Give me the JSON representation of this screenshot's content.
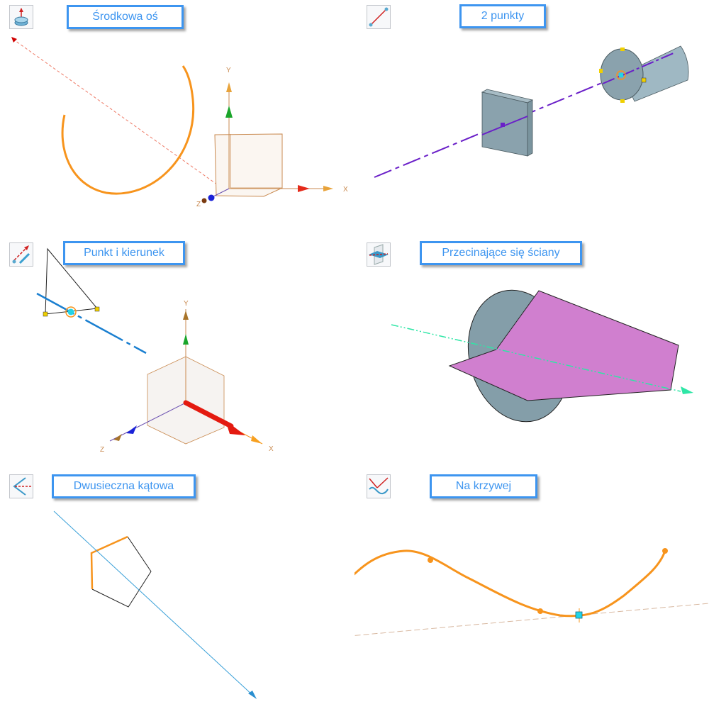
{
  "panels": [
    {
      "id": "srodkowa-os",
      "title": "Środkowa oś",
      "icon": "center-axis-icon"
    },
    {
      "id": "2-punkty",
      "title": "2 punkty",
      "icon": "two-points-icon"
    },
    {
      "id": "punkt-i-kierunek",
      "title": "Punkt i kierunek",
      "icon": "point-direction-icon"
    },
    {
      "id": "przecinajace-sie-sciany",
      "title": "Przecinające się ściany",
      "icon": "intersecting-faces-icon"
    },
    {
      "id": "dwusieczna-katowa",
      "title": "Dwusieczna kątowa",
      "icon": "angle-bisector-icon"
    },
    {
      "id": "na-krzywej",
      "title": "Na krzywej",
      "icon": "on-curve-icon"
    }
  ],
  "axes": {
    "x": "X",
    "y": "Y",
    "z": "Z"
  },
  "colors": {
    "label_border": "#3d95f0",
    "curve": "#f7941d",
    "axis_purple": "#6a1fc8",
    "axis_blue": "#1a7fd0",
    "axis_teal": "#2ee6a6",
    "solid": "#8aa2ad",
    "plane": "#d07fcf"
  }
}
